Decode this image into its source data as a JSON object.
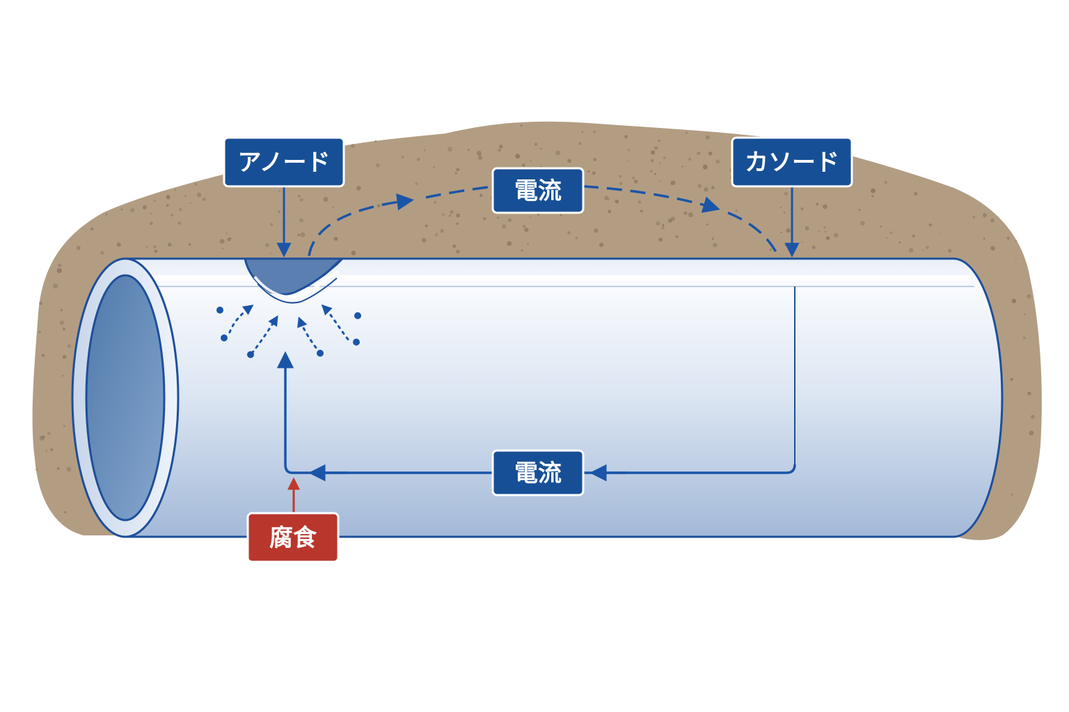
{
  "labels": {
    "anode": "アノード",
    "cathode": "カソード",
    "current_soil": "電流",
    "current_pipe": "電流",
    "corrosion": "腐食"
  },
  "colors": {
    "label_blue": "#174f96",
    "label_red": "#b8362c",
    "arrow_blue": "#1a55a8",
    "arrow_red": "#c0392b",
    "soil": "#b29d83",
    "soil_dots": "#8c7660",
    "pipe_outline": "#1d4f9a",
    "pipe_light": "#f4f7fc",
    "pipe_shade": "#a9bedb",
    "pipe_inner": "#6f93bf"
  }
}
